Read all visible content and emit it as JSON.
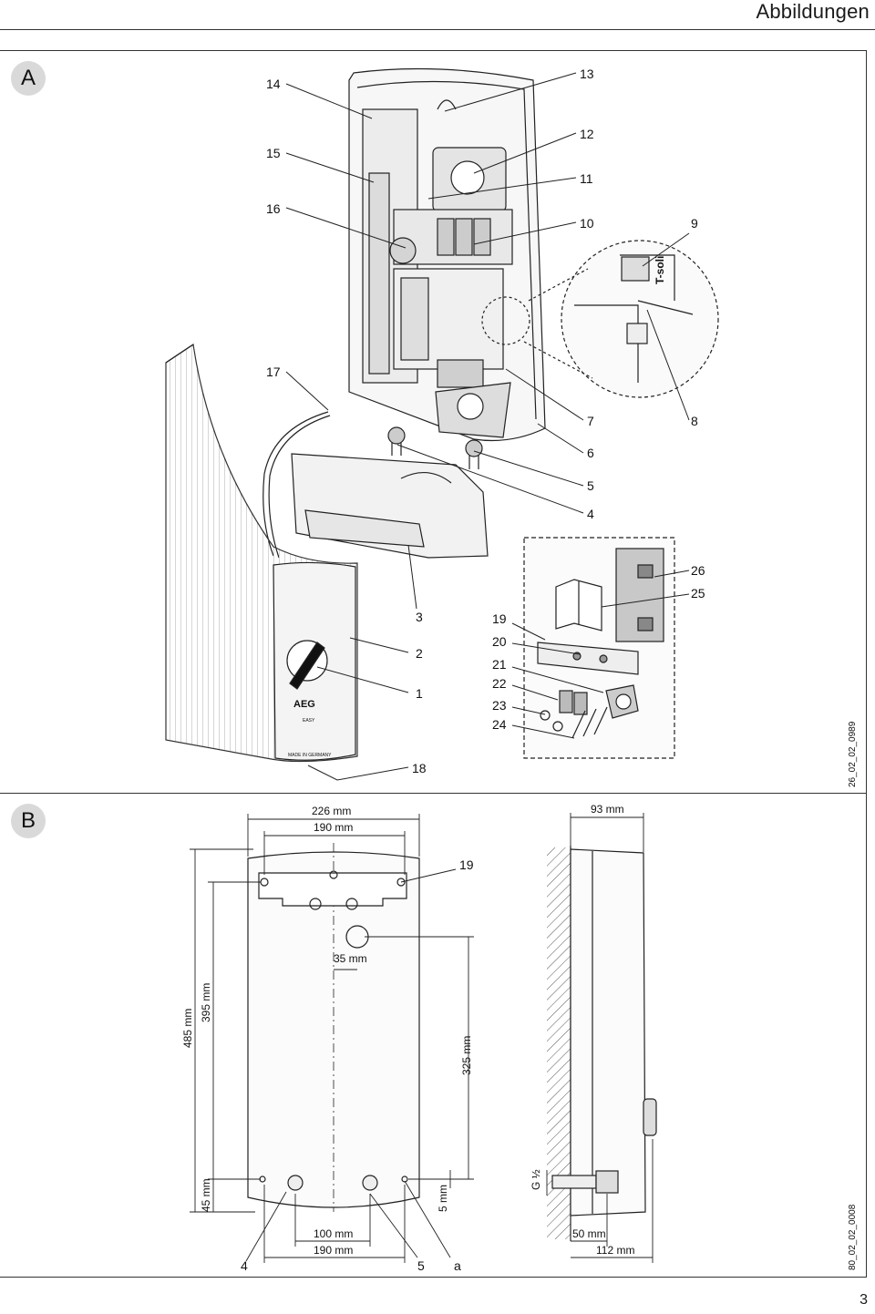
{
  "header": {
    "title": "Abbildungen"
  },
  "sections": [
    {
      "id": "A",
      "label": "A"
    },
    {
      "id": "B",
      "label": "B"
    }
  ],
  "figure_a": {
    "callouts": [
      "1",
      "2",
      "3",
      "4",
      "5",
      "6",
      "7",
      "8",
      "9",
      "10",
      "11",
      "12",
      "13",
      "14",
      "15",
      "16",
      "17",
      "18",
      "19",
      "20",
      "21",
      "22",
      "23",
      "24",
      "25",
      "26"
    ],
    "device_brand": "AEG",
    "device_model": "EASY",
    "device_made_in": "MADE IN GERMANY",
    "detail_label": "T-soli",
    "image_code": "26_02_02_0989"
  },
  "figure_b": {
    "dims": {
      "width_outer": "226 mm",
      "width_inner": "190 mm",
      "depth": "93 mm",
      "height_total": "485 mm",
      "height_holes": "395 mm",
      "height_connection": "325 mm",
      "offset_center": "35 mm",
      "bottom_offset": "45 mm",
      "conn_offset": "5 mm",
      "conn_spacing": "100 mm",
      "bottom_width": "190 mm",
      "thread": "G ½",
      "side_conn": "50 mm",
      "side_depth": "112 mm"
    },
    "callouts": {
      "bracket": "19",
      "left": "4",
      "right": "5",
      "a": "a"
    },
    "image_code": "80_02_02_0008"
  },
  "page_number": "3"
}
